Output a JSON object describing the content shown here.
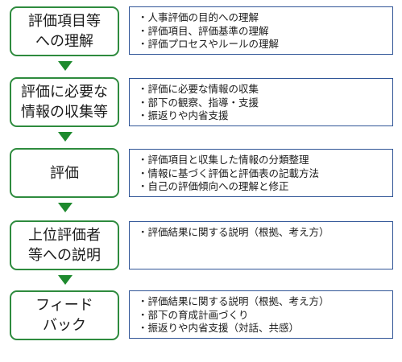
{
  "steps": [
    {
      "label": "評価項目等\nへの理解",
      "items": [
        "人事評価の目的への理解",
        "評価項目、評価基準の理解",
        "評価プロセスやルールの理解"
      ]
    },
    {
      "label": "評価に必要な\n情報の収集等",
      "items": [
        "評価に必要な情報の収集",
        "部下の観察、指導・支援",
        "振返りや内省支援"
      ]
    },
    {
      "label": "評価",
      "items": [
        "評価項目と収集した情報の分類整理",
        "情報に基づく評価と評価表の記載方法",
        "自己の評価傾向への理解と修正"
      ]
    },
    {
      "label": "上位評価者\n等への説明",
      "items": [
        "評価結果に関する説明（根拠、考え方）"
      ]
    },
    {
      "label": "フィード\nバック",
      "items": [
        "評価結果に関する説明（根拠、考え方）",
        "部下の育成計画づくり",
        "振返りや内省支援（対話、共感）"
      ]
    }
  ],
  "colors": {
    "step_border": "#2e8b3e",
    "arrow": "#1e8a2e",
    "detail_border": "#2f5496"
  }
}
